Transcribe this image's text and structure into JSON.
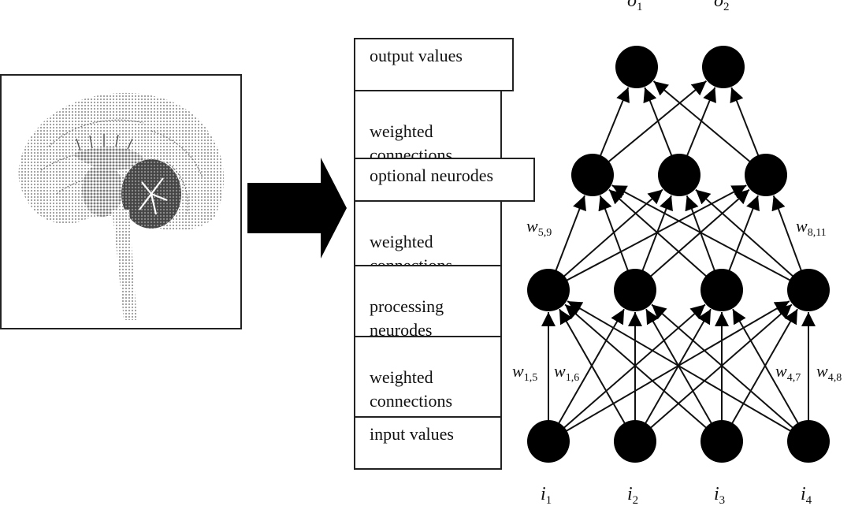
{
  "figure": {
    "brain_panel": {
      "description": "sagittal brain illustration",
      "icon": "brain-icon"
    },
    "arrow": {
      "icon": "right-arrow-icon"
    },
    "layer_stack": [
      {
        "id": "output-values",
        "label": "output values"
      },
      {
        "id": "weighted-connections-3",
        "label": "weighted\nconnections"
      },
      {
        "id": "optional-neurodes",
        "label": "optional neurodes"
      },
      {
        "id": "weighted-connections-2",
        "label": "weighted\nconnections"
      },
      {
        "id": "processing-neurodes",
        "label": "processing\nneurodes"
      },
      {
        "id": "weighted-connections-1",
        "label": "weighted\nconnections"
      },
      {
        "id": "input-values",
        "label": "input values"
      }
    ],
    "network": {
      "layers": [
        {
          "name": "input",
          "size": 4,
          "labels": [
            {
              "base": "i",
              "sub": "1"
            },
            {
              "base": "i",
              "sub": "2"
            },
            {
              "base": "i",
              "sub": "3"
            },
            {
              "base": "i",
              "sub": "4"
            }
          ]
        },
        {
          "name": "processing",
          "size": 4
        },
        {
          "name": "optional",
          "size": 3
        },
        {
          "name": "output",
          "size": 2,
          "labels": [
            {
              "base": "o",
              "sub": "1"
            },
            {
              "base": "o",
              "sub": "2"
            }
          ]
        }
      ],
      "connectivity": "fully-connected",
      "weight_labels": [
        {
          "base": "w",
          "sub": "1,5",
          "between": "input-processing",
          "near": "left"
        },
        {
          "base": "w",
          "sub": "1,6",
          "between": "input-processing",
          "near": "left-inner"
        },
        {
          "base": "w",
          "sub": "4,7",
          "between": "input-processing",
          "near": "right-inner"
        },
        {
          "base": "w",
          "sub": "4,8",
          "between": "input-processing",
          "near": "right"
        },
        {
          "base": "w",
          "sub": "5,9",
          "between": "processing-optional",
          "near": "left"
        },
        {
          "base": "w",
          "sub": "8,11",
          "between": "processing-optional",
          "near": "right"
        }
      ],
      "node_color": "#000000",
      "edge_color": "#111111"
    }
  }
}
